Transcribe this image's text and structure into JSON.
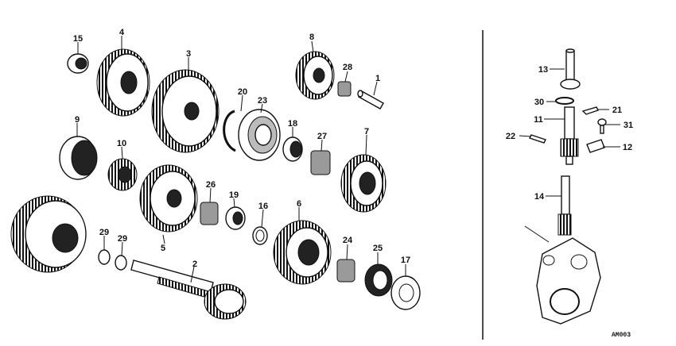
{
  "diagram": {
    "code": "AM003",
    "callouts": [
      {
        "id": "p1",
        "text": "1"
      },
      {
        "id": "p2",
        "text": "2"
      },
      {
        "id": "p3",
        "text": "3"
      },
      {
        "id": "p4",
        "text": "4"
      },
      {
        "id": "p5",
        "text": "5"
      },
      {
        "id": "p6",
        "text": "6"
      },
      {
        "id": "p7",
        "text": "7"
      },
      {
        "id": "p8",
        "text": "8"
      },
      {
        "id": "p9",
        "text": "9"
      },
      {
        "id": "p10",
        "text": "10"
      },
      {
        "id": "p11",
        "text": "11"
      },
      {
        "id": "p12",
        "text": "12"
      },
      {
        "id": "p13",
        "text": "13"
      },
      {
        "id": "p14",
        "text": "14"
      },
      {
        "id": "p15",
        "text": "15"
      },
      {
        "id": "p16",
        "text": "16"
      },
      {
        "id": "p17",
        "text": "17"
      },
      {
        "id": "p18",
        "text": "18"
      },
      {
        "id": "p19",
        "text": "19"
      },
      {
        "id": "p20",
        "text": "20"
      },
      {
        "id": "p21",
        "text": "21"
      },
      {
        "id": "p22",
        "text": "22"
      },
      {
        "id": "p23",
        "text": "23"
      },
      {
        "id": "p24",
        "text": "24"
      },
      {
        "id": "p25",
        "text": "25"
      },
      {
        "id": "p26",
        "text": "26"
      },
      {
        "id": "p27",
        "text": "27"
      },
      {
        "id": "p28",
        "text": "28"
      },
      {
        "id": "p29a",
        "text": "29"
      },
      {
        "id": "p29b",
        "text": "29"
      },
      {
        "id": "p30",
        "text": "30"
      },
      {
        "id": "p31",
        "text": "31"
      }
    ]
  }
}
